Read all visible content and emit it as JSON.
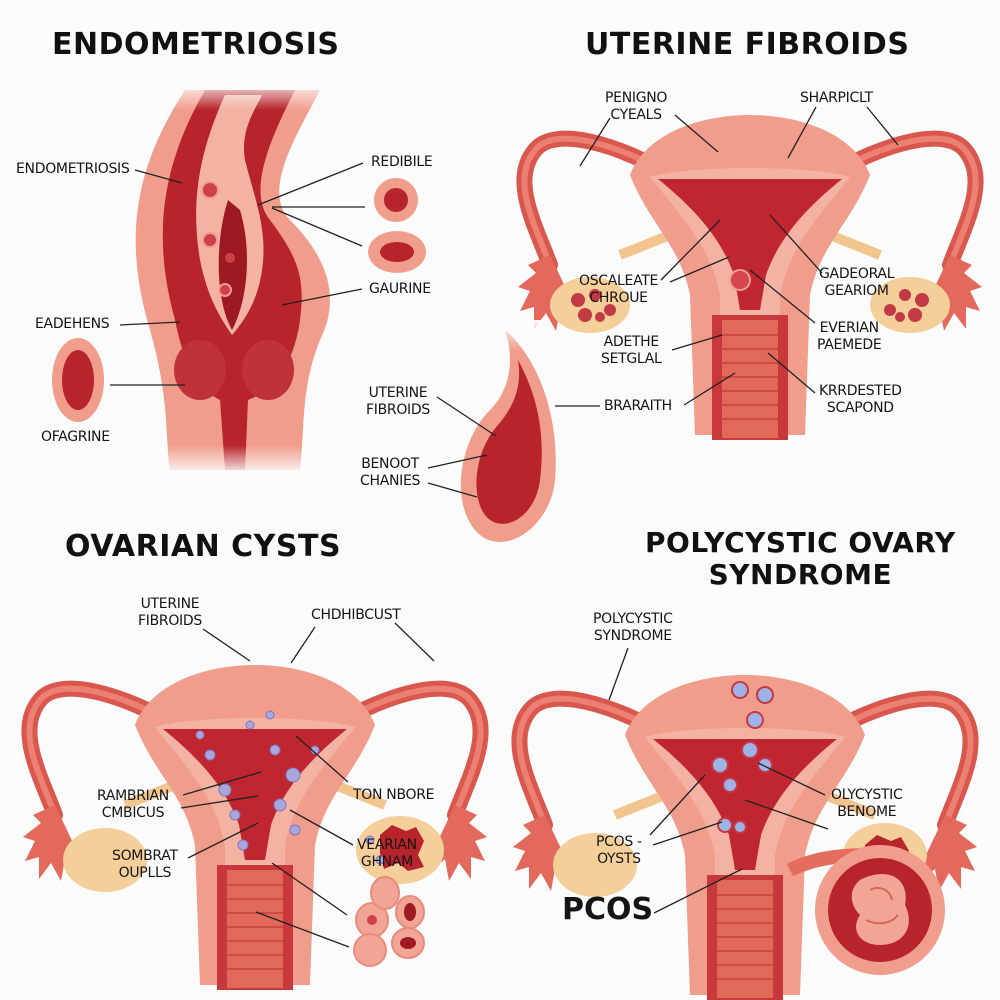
{
  "colors": {
    "background": "#fbfbfb",
    "tissue_light": "#f3a595",
    "tissue_mid": "#e77f6e",
    "tissue_dark": "#b8242b",
    "tissue_deep": "#9e1a22",
    "ovary": "#f4cf9a",
    "cyst_purple": "#a9a6dc",
    "text": "#151515"
  },
  "panels": {
    "endometriosis": {
      "title": "ENDOMETRIOSIS",
      "labels": {
        "endometriosis": "ENDOMETRIOSIS",
        "redibile": "REDIBILE",
        "gaurine": "GAURINE",
        "eadehens": "EADEHENS",
        "ofagrine": "OFAGRINE"
      }
    },
    "uterine_fibroids": {
      "title": "UTERINE FIBROIDS",
      "labels": {
        "penigno_cyeals": "PENIGNO\nCYEALS",
        "sharpiclt": "SHARPICLT",
        "oscaleate_chroue": "OSCALEATE\nCHROUE",
        "gadeoral_geariom": "GADEORAL\nGEARIOM",
        "adethe_setglal": "ADETHE\nSETGLAL",
        "everian_paemede": "EVERIAN\nPAEMEDE",
        "braraith": "BRARAITH",
        "krrdested_scapond": "KRRDESTED\nSCAPOND",
        "uterine_fibroids": "UTERINE\nFIBROIDS",
        "benoot_chanies": "BENOOT\nCHANIES"
      }
    },
    "ovarian_cysts": {
      "title": "OVARIAN CYSTS",
      "labels": {
        "uterine_fibroids": "UTERINE\nFIBROIDS",
        "chdhibcust": "CHDHIBCUST",
        "rambrian_cmbicus": "RAMBRIAN\nCMBICUS",
        "tonnbore": "TON NBORE",
        "sombrat_oupells": "SOMBRAT\nOUPLLS",
        "vearian_ghnam": "VEARIAN\nGHNAM"
      }
    },
    "pcos": {
      "title": "POLYCYSTIC OVARY\nSYNDROME",
      "labels": {
        "polycystic_syndrome": "POLYCYSTIC\nSYNDROME",
        "olycystic_benome": "OLYCYSTIC\nBENOME",
        "pcos_oysts": "PCOS -\nOYSTS",
        "pcos": "PCOS"
      }
    }
  }
}
